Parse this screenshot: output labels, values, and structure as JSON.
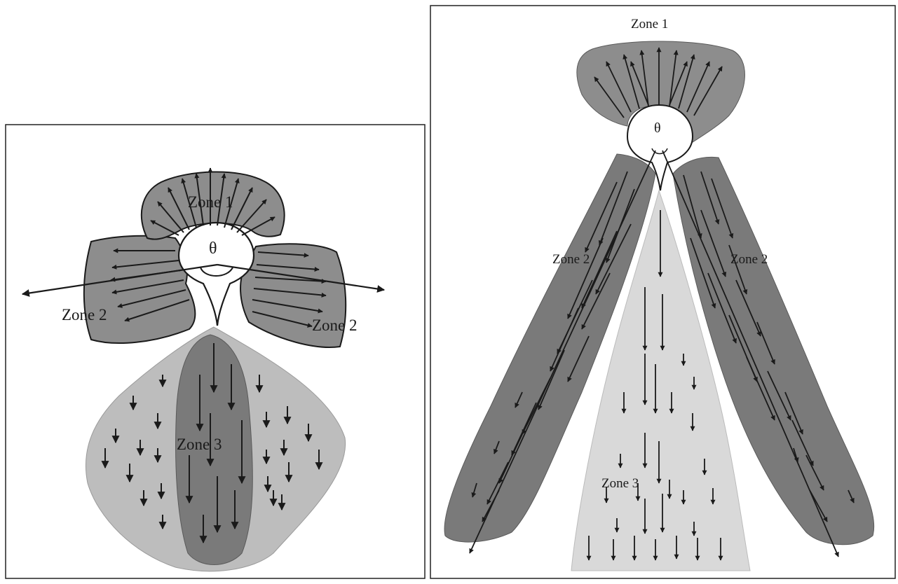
{
  "left_figure": {
    "labels": {
      "zone1": "Zone 1",
      "zone2_left": "Zone 2",
      "zone2_right": "Zone 2",
      "zone3": "Zone 3",
      "theta": "θ"
    }
  },
  "right_figure": {
    "labels": {
      "zone1": "Zone 1",
      "zone2_left": "Zone 2",
      "zone2_right": "Zone 2",
      "zone3": "Zone 3",
      "theta": "θ"
    }
  },
  "colors": {
    "zone_dark": "#7a7a7a",
    "zone_mid": "#8d8d8d",
    "zone_light": "#bdbdbd",
    "zone_lighter": "#d9d9d9",
    "ink": "#1a1a1a",
    "frame": "#222222"
  }
}
